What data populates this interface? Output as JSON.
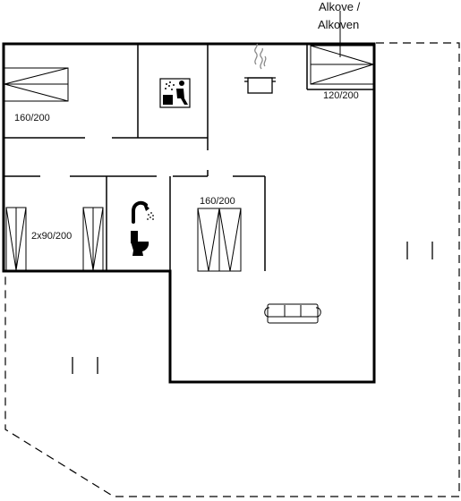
{
  "plan": {
    "labels": {
      "alcove_line1": "Alkove /",
      "alcove_line2": "Alkoven",
      "bed_double_top": "160/200",
      "bed_alcove": "120/200",
      "bed_twin": "2x90/200",
      "bed_double_middle": "160/200"
    },
    "icons": [
      "double-bed-icon",
      "sauna-icon",
      "kitchen-pot-icon",
      "alcove-bed-icon",
      "twin-bed-icon",
      "shower-icon",
      "toilet-icon",
      "double-bed-icon",
      "sofa-icon",
      "terrace-marker-icon"
    ]
  }
}
